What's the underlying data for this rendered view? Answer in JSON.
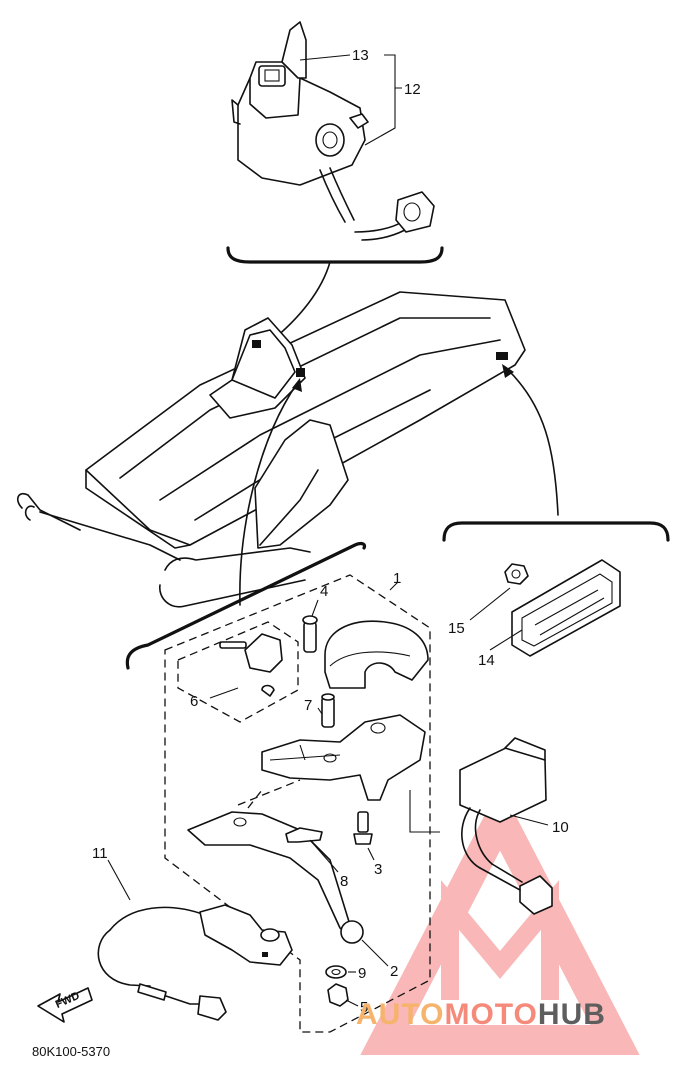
{
  "diagram": {
    "drawing_code": "80K100-5370",
    "forward_label": "FWD",
    "callouts": [
      "1",
      "2",
      "3",
      "4",
      "5",
      "6",
      "7",
      "8",
      "9",
      "10",
      "11",
      "12",
      "13",
      "14",
      "15"
    ]
  },
  "watermark": {
    "part_a": "AUTO",
    "part_b": "MOTO",
    "part_c": "HUB",
    "colors": {
      "auto": "#f6b36b",
      "moto": "#f58a7a",
      "hub": "#5e5e5e",
      "triangle": "#f7a0a0"
    }
  }
}
